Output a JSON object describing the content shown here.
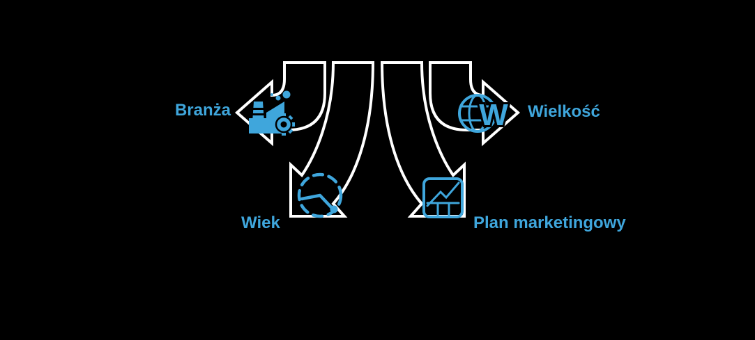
{
  "diagram": {
    "colors": {
      "background": "#000000",
      "accent": "#3fa6dc",
      "arrow_fill": "#000000",
      "arrow_stroke": "#ffffff"
    },
    "branches": {
      "left": {
        "label": "Branża",
        "icon": "factory-gear-icon"
      },
      "right": {
        "label": "Wielkość",
        "icon": "globe-www-icon",
        "globe_letter": "W"
      },
      "bottom_left": {
        "label": "Wiek",
        "icon": "dashed-clock-icon"
      },
      "bottom_right": {
        "label": "Plan marketingowy",
        "icon": "chart-panel-icon"
      }
    }
  }
}
